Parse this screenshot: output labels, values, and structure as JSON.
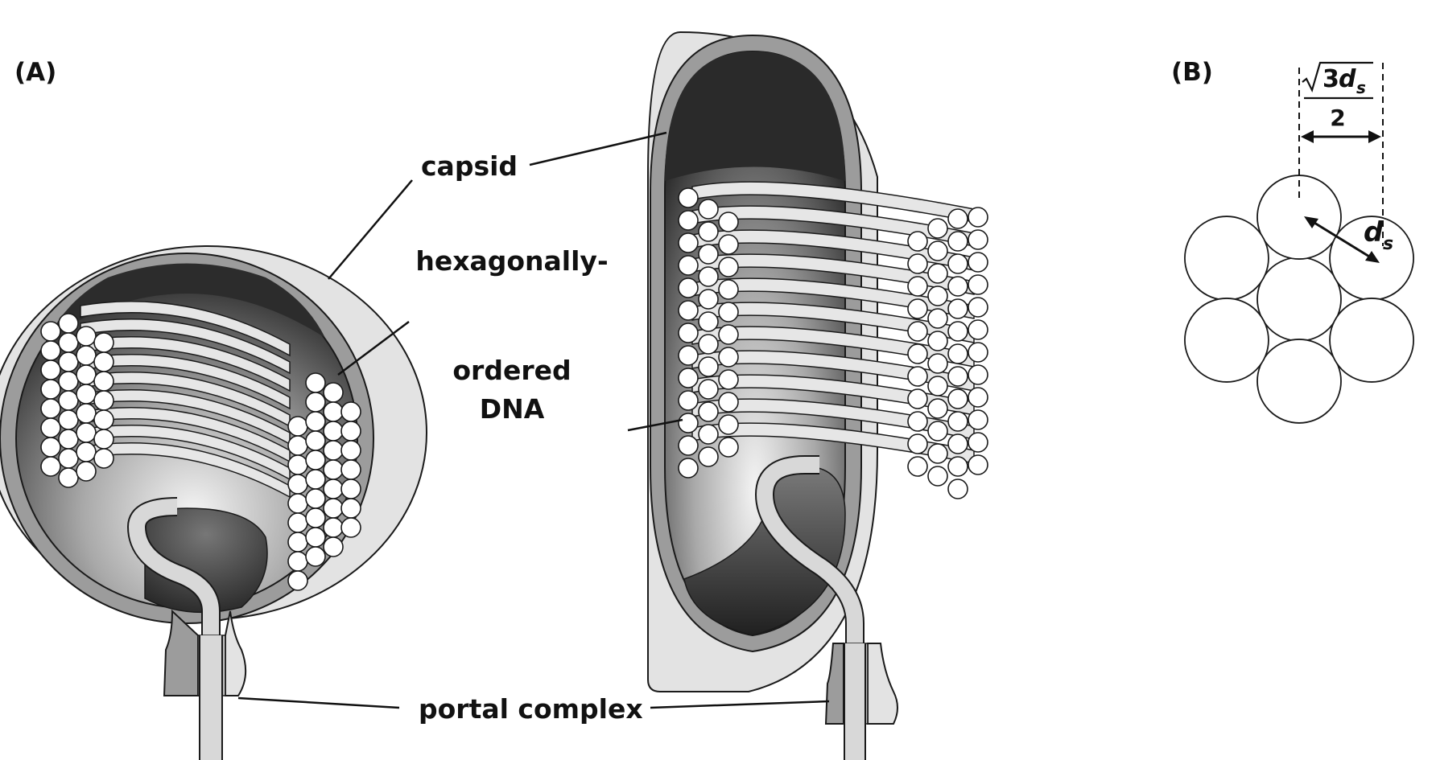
{
  "panels": {
    "a": "(A)",
    "b": "(B)"
  },
  "labels": {
    "capsid": "capsid",
    "dna_line1": "hexagonally-",
    "dna_line2": "ordered",
    "dna_line3": "DNA",
    "portal": "portal complex"
  },
  "packing": {
    "spacing_num_coef": "3",
    "spacing_var": "d",
    "spacing_sub": "s",
    "spacing_den": "2",
    "diameter_var": "d",
    "diameter_sub": "s"
  },
  "colors": {
    "capsid_outer": "#e3e3e3",
    "capsid_wall": "#9c9c9c",
    "interior_dark": "#2a2a2a",
    "interior_light": "#f2f2f2",
    "dna": "#ffffff",
    "outline": "#1a1a1a"
  }
}
